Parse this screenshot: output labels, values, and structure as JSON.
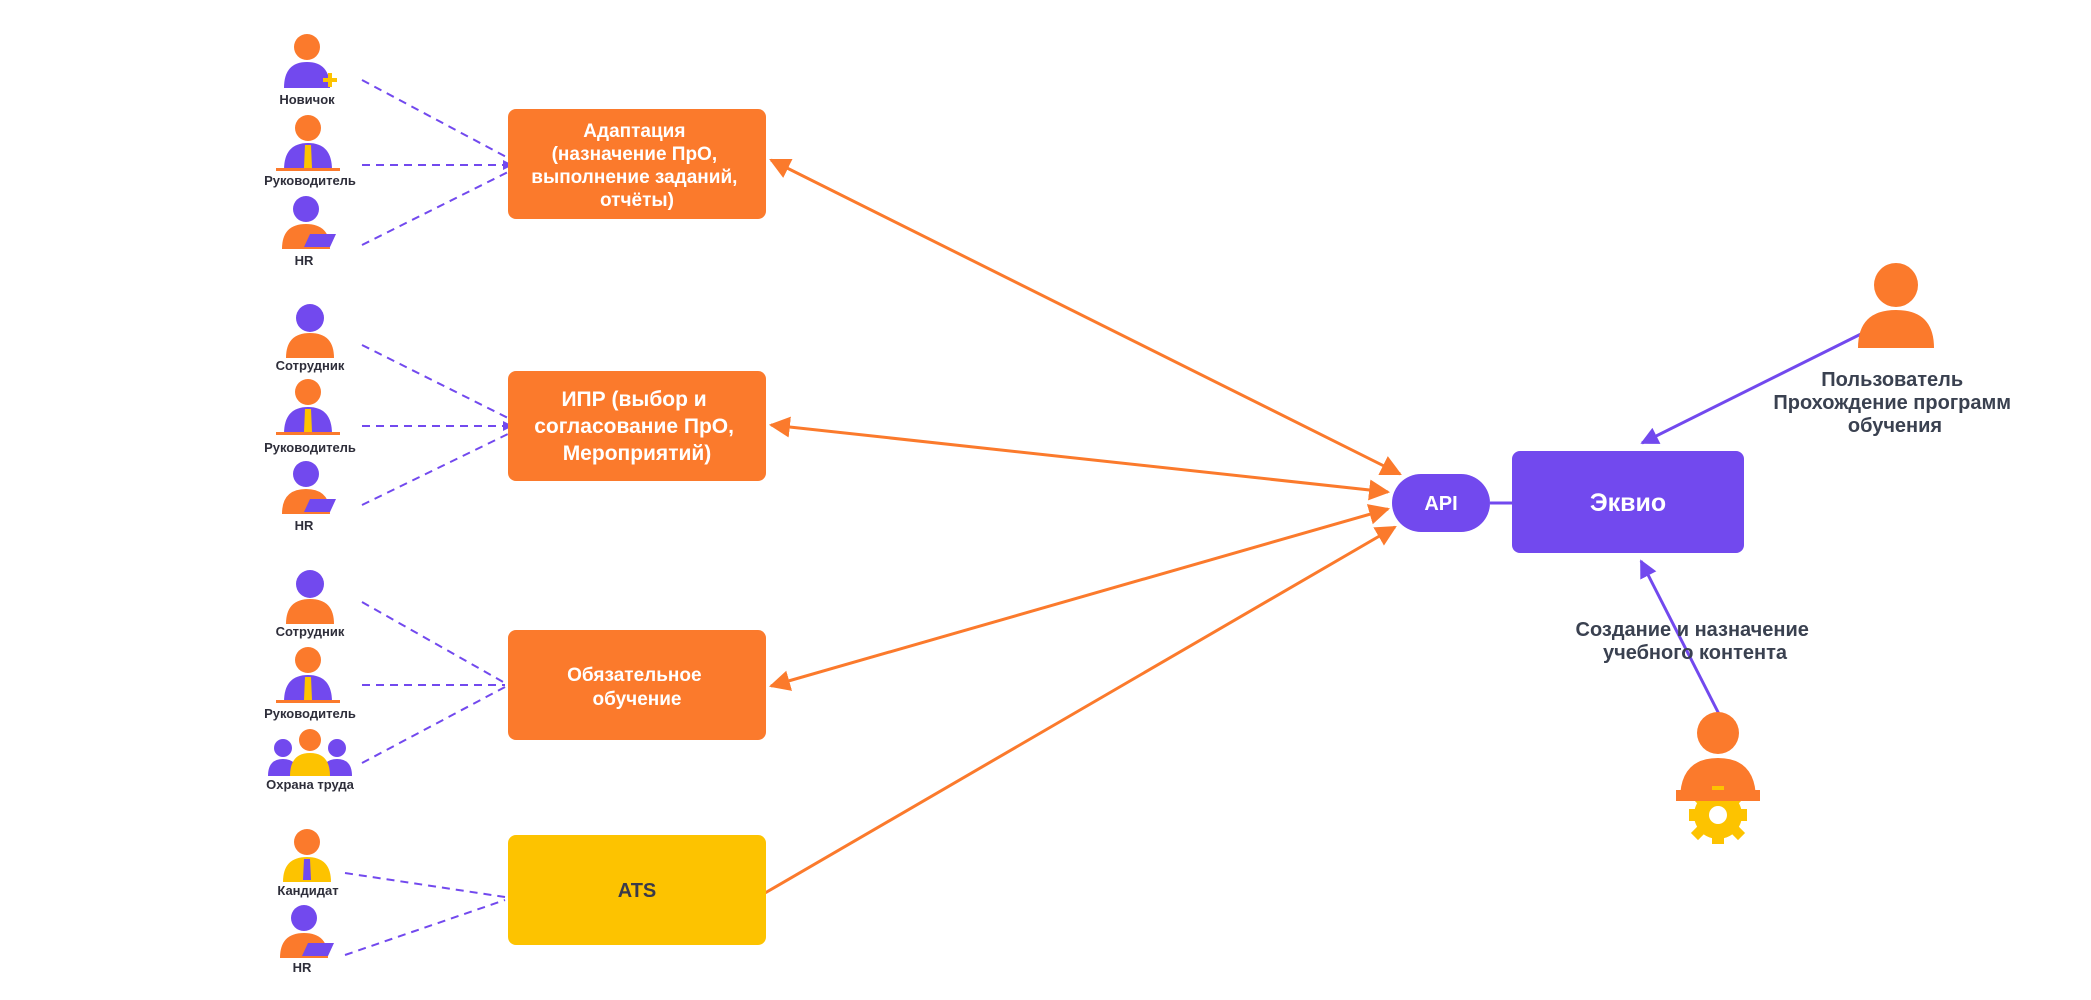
{
  "colors": {
    "orange": "#fb7a2c",
    "purple": "#7249ee",
    "yellow": "#fdc300",
    "dark_text": "#3a4150"
  },
  "boxes": {
    "adaptation": [
      "Адаптация",
      "(назначение ПрО,",
      "выполнение заданий,",
      "отчёты)"
    ],
    "ipr": [
      "ИПР (выбор и",
      "согласование ПрО,",
      "Мероприятий)"
    ],
    "mandatory": [
      "Обязательное",
      "обучение"
    ],
    "ats": "ATS",
    "api": "API",
    "ekvio": "Эквио"
  },
  "people": {
    "novice": "Новичок",
    "manager": "Руководитель",
    "hr": "HR",
    "employee": "Сотрудник",
    "safety": "Охрана труда",
    "candidate": "Кандидат"
  },
  "labels": {
    "user": [
      "Пользователь",
      "Прохождение программ",
      "обучения"
    ],
    "creator": [
      "Создание и назначение",
      "учебного контента"
    ]
  },
  "icons": {
    "person": "person-icon",
    "manager": "manager-with-tie-icon",
    "hr": "person-with-laptop-icon",
    "novice": "person-with-plus-icon",
    "safety": "group-icon",
    "admin": "person-with-gear-icon"
  }
}
